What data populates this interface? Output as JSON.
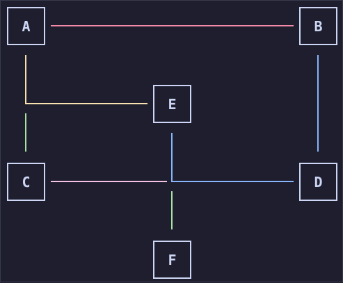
{
  "nodes": {
    "a": {
      "label": "A"
    },
    "b": {
      "label": "B"
    },
    "c": {
      "label": "C"
    },
    "d": {
      "label": "D"
    },
    "e": {
      "label": "E"
    },
    "f": {
      "label": "F"
    }
  },
  "edges": [
    {
      "from": "A",
      "to": "B",
      "color": "#f38ba8"
    },
    {
      "from": "A",
      "to": "E",
      "color": "#f9e2af"
    },
    {
      "from": "A",
      "to": "C",
      "color": "#a6e3a1"
    },
    {
      "from": "B",
      "to": "D",
      "color": "#89b4fa"
    },
    {
      "from": "C",
      "to": "D",
      "color": "#f5c2e7"
    },
    {
      "from": "E",
      "to": "D",
      "color": "#89b4fa"
    },
    {
      "from": "E",
      "to": "F",
      "color": "#a6e3a1"
    }
  ],
  "colors": {
    "background": "#1e1e2e",
    "node_border": "#cdd6f4",
    "node_text": "#cdd6f4"
  }
}
